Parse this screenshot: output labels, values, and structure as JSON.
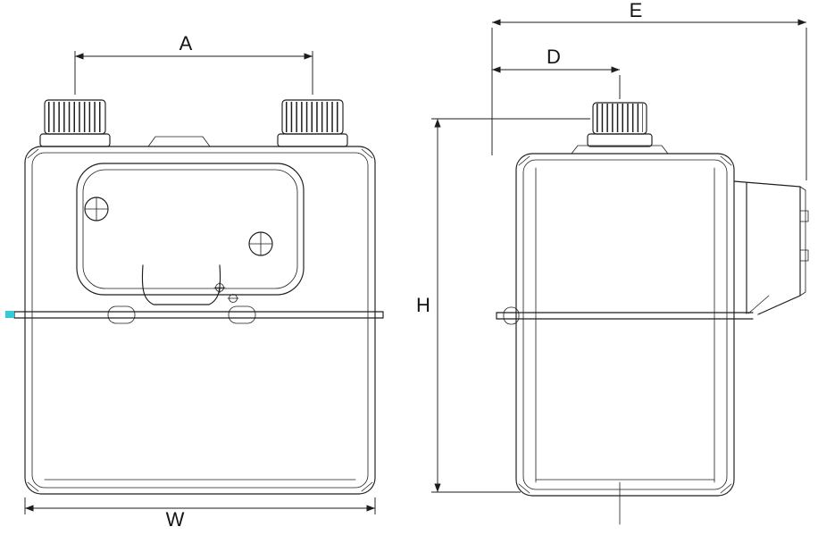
{
  "drawing": {
    "front_view": {
      "label_connection_spacing": "A",
      "label_width": "W"
    },
    "side_view": {
      "label_overall_depth": "E",
      "label_inlet_depth": "D",
      "label_height": "H"
    },
    "colors": {
      "line": "#1d1d1d",
      "accent_mark": "#38c9d9",
      "background": "#ffffff"
    }
  }
}
